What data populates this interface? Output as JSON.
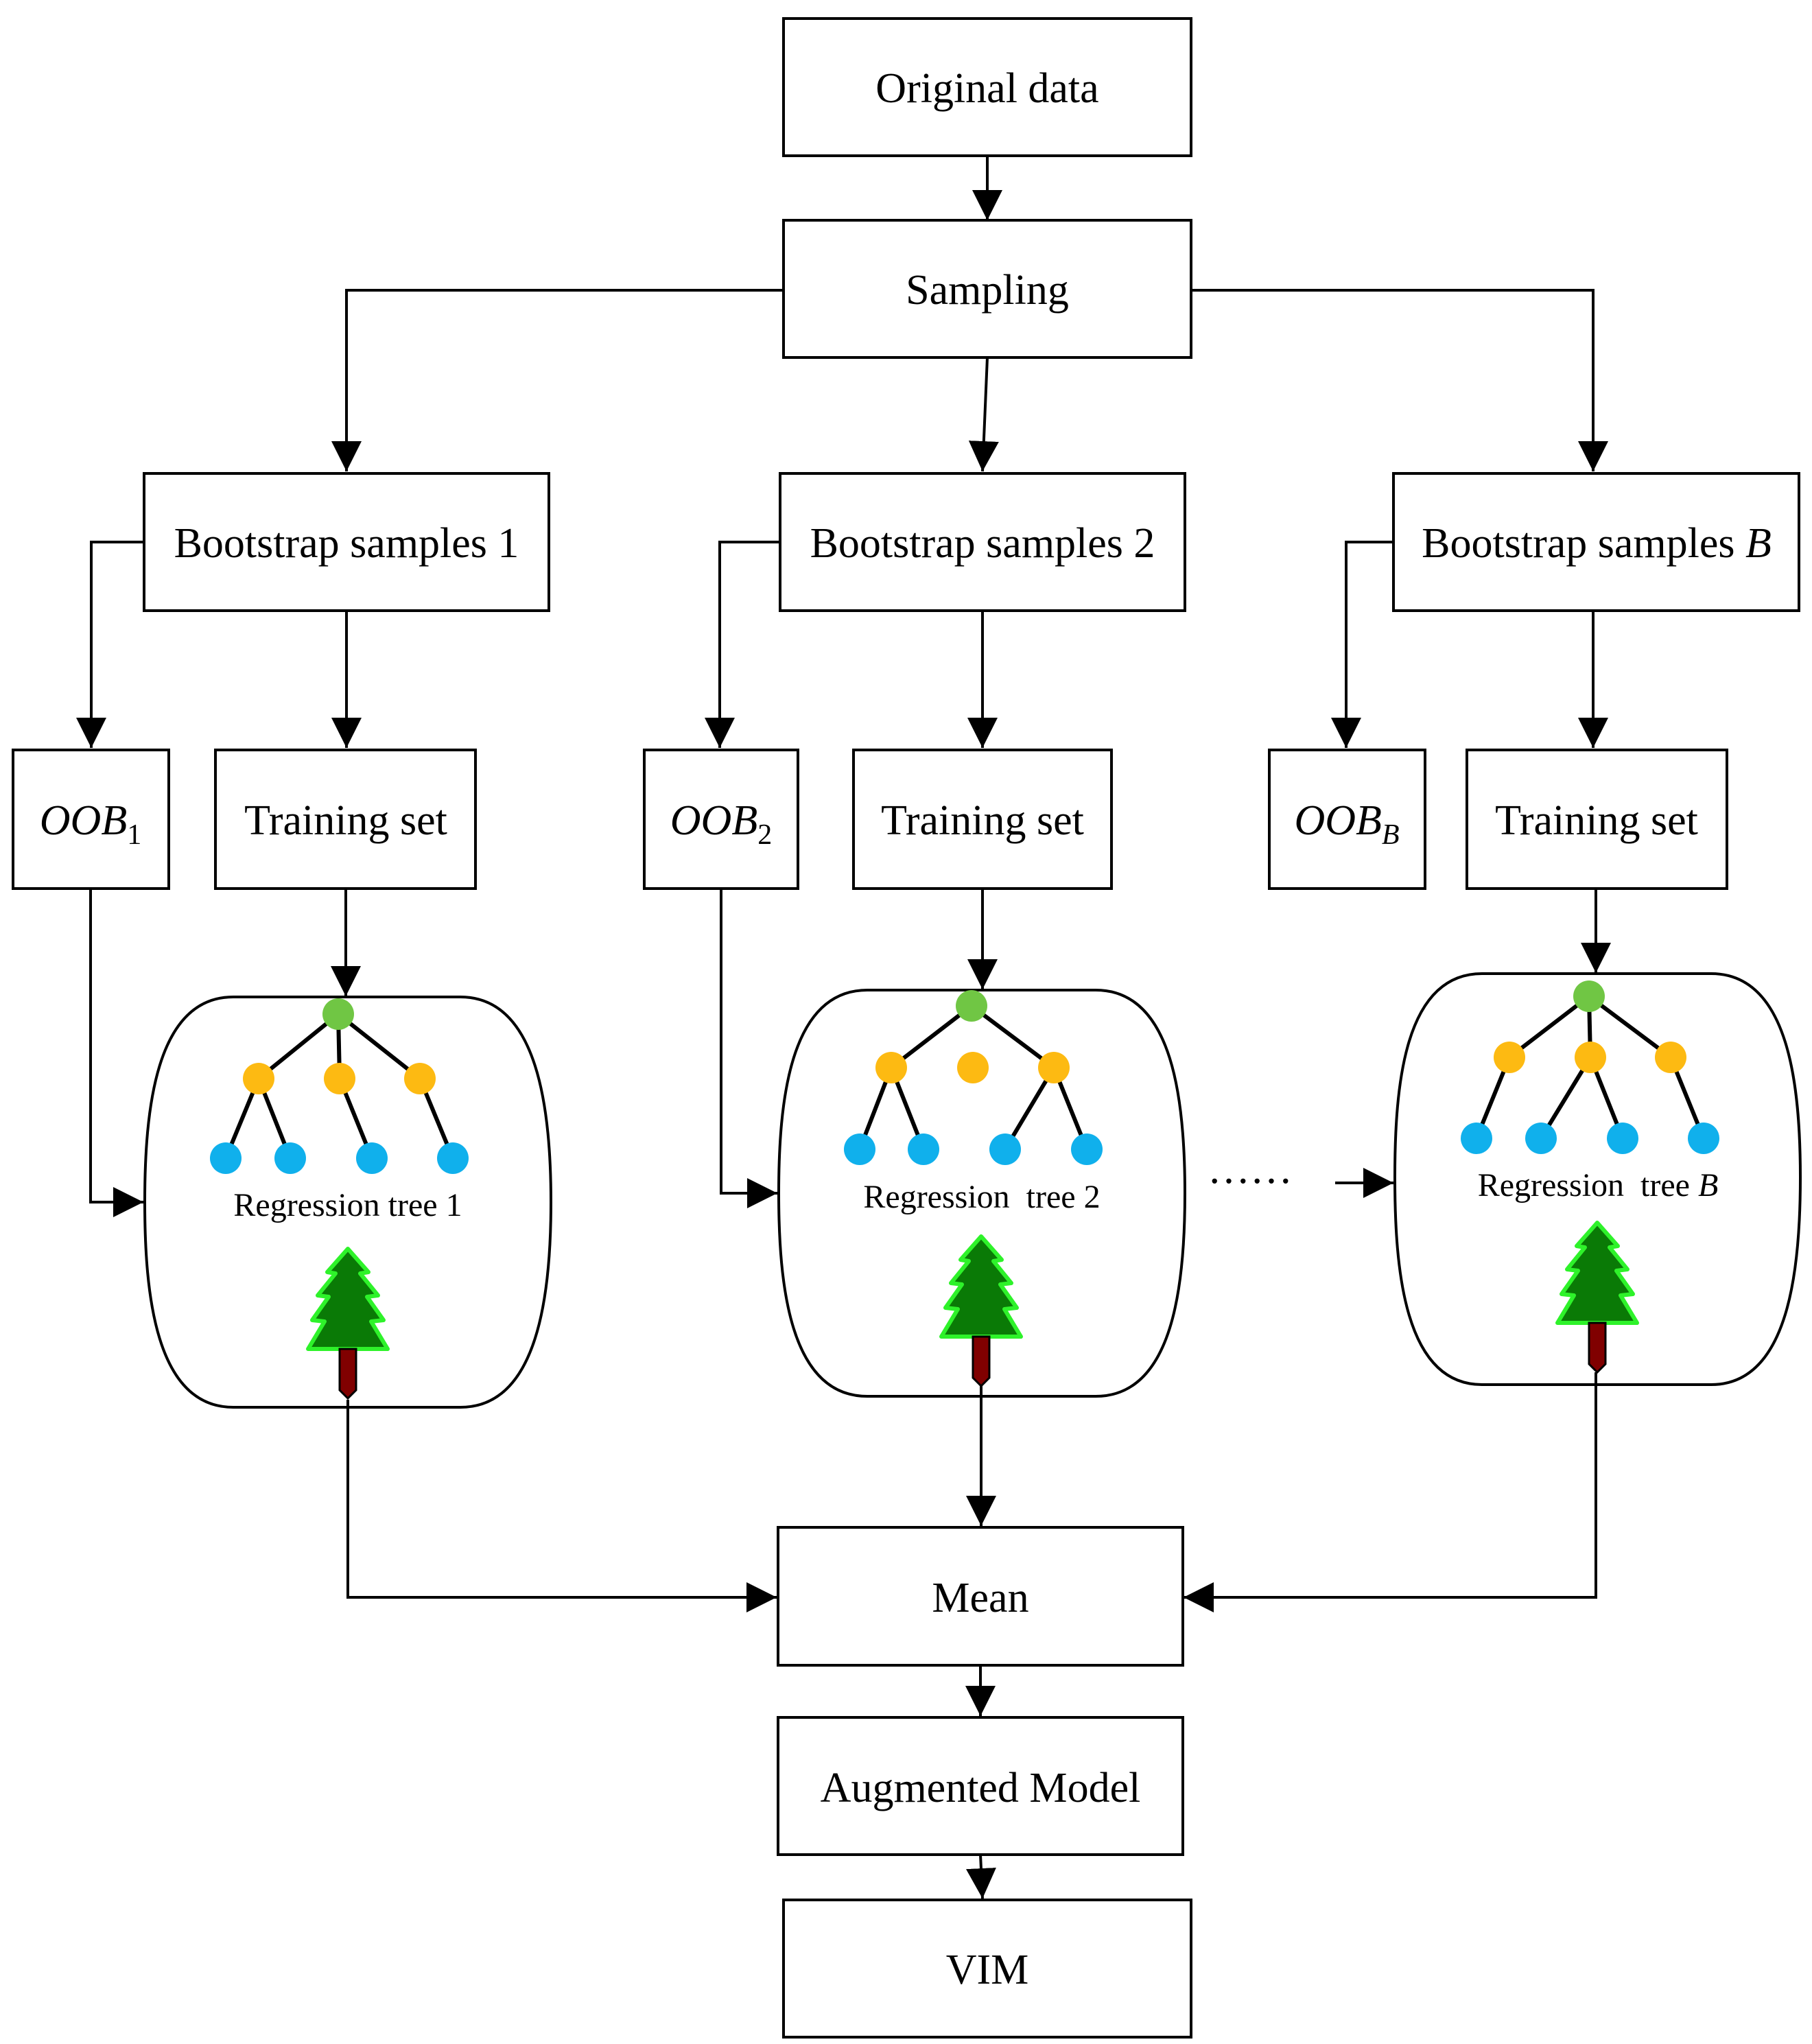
{
  "nodes": {
    "original_data": "Original data",
    "sampling": "Sampling",
    "mean": "Mean",
    "augmented_model": "Augmented Model",
    "vim": "VIM"
  },
  "branches": [
    {
      "bootstrap": {
        "text": "Bootstrap samples ",
        "suffix": "1"
      },
      "oob": {
        "base": "OOB",
        "sub": "1"
      },
      "training": "Training set",
      "tree": {
        "text": "Regression tree ",
        "suffix": "1"
      }
    },
    {
      "bootstrap": {
        "text": "Bootstrap samples ",
        "suffix": "2"
      },
      "oob": {
        "base": "OOB",
        "sub": "2"
      },
      "training": "Training set",
      "tree": {
        "text": "Regression  tree ",
        "suffix": "2"
      }
    },
    {
      "bootstrap": {
        "text": "Bootstrap samples ",
        "suffix": "B"
      },
      "oob": {
        "base": "OOB",
        "sub": "B"
      },
      "training": "Training set",
      "tree": {
        "text": "Regression  tree ",
        "suffix": "B"
      }
    }
  ],
  "ellipsis": "……",
  "colors": {
    "root_node": "#70c644",
    "internal_node": "#fdba12",
    "leaf_node": "#10b0ec",
    "tree_foliage": "#0a7a06",
    "tree_outline": "#2ef22a",
    "tree_trunk": "#800000"
  }
}
